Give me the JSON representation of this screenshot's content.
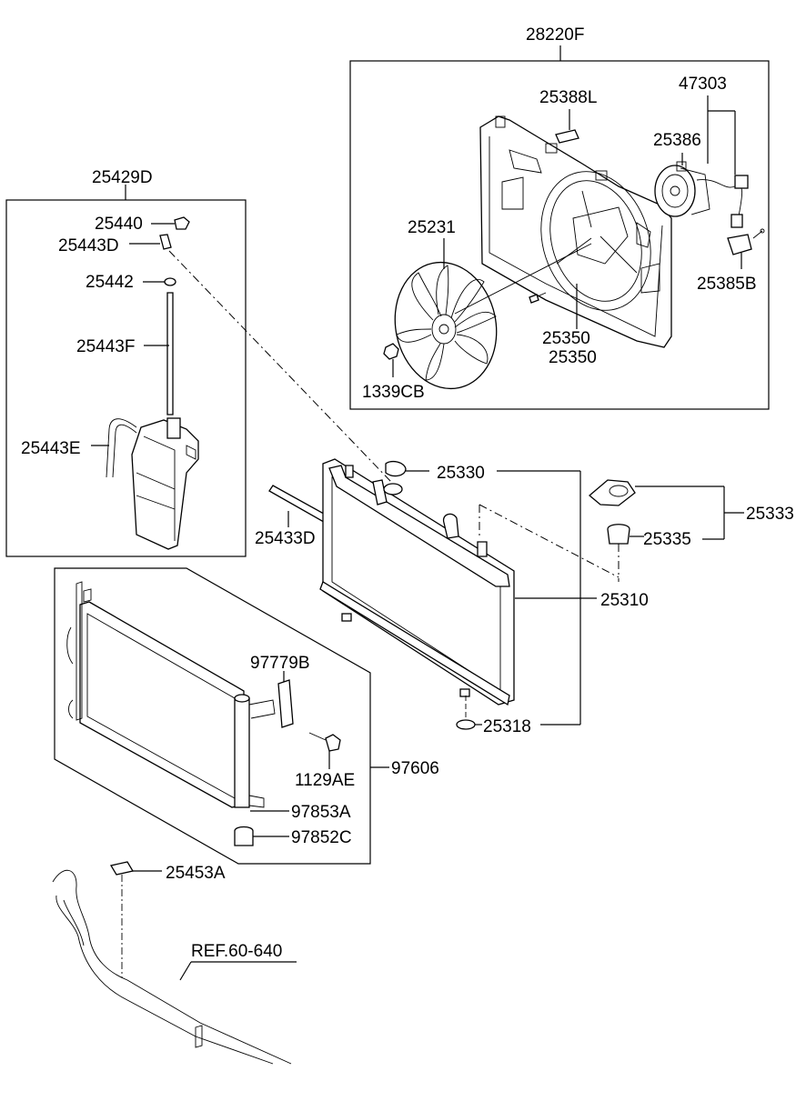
{
  "labels": {
    "fan_assembly": "28220F",
    "fan_label_plate": "25388L",
    "motor_harness": "47303",
    "fan_motor": "25386",
    "fan": "25231",
    "motor_connector": "25385B",
    "shroud_a": "25350",
    "shroud_b": "25350",
    "fan_nut": "1339CB",
    "reservoir_assembly": "25429D",
    "reservoir_cap": "25440",
    "reservoir_hose_upper": "25443D",
    "reservoir_washer": "25442",
    "reservoir_hose_main": "25443F",
    "reservoir_hose_lower": "25443E",
    "radiator_cap": "25330",
    "radiator_seal": "25433D",
    "mount_bracket_assy": "25333",
    "mount_insulator": "25335",
    "radiator": "25310",
    "lower_insulator": "25318",
    "condenser_bracket": "97779B",
    "condenser_bolt": "1129AE",
    "condenser": "97606",
    "receiver_drier": "97853A",
    "drier_cap": "97852C",
    "lower_label": "25453A",
    "reference": "REF.60-640"
  }
}
